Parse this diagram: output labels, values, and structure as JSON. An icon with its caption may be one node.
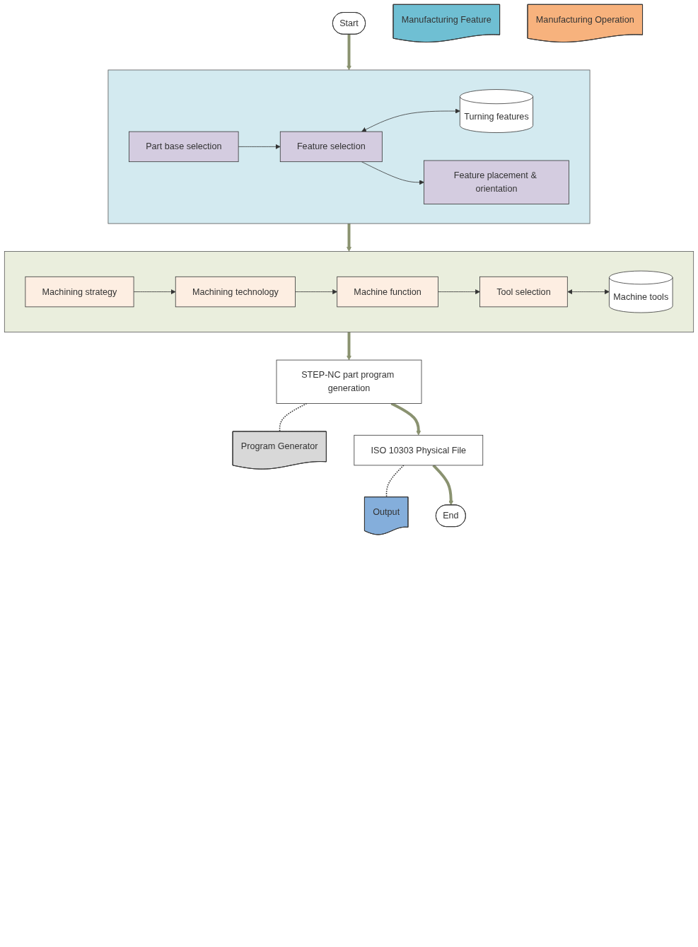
{
  "diagram": {
    "nodes": [
      {
        "text": [
          "Start"
        ]
      },
      {
        "text": [],
        "shape": "box"
      },
      {
        "text": [
          "Part base selection"
        ],
        "in": 1
      },
      {
        "text": [
          "Turning features"
        ],
        "in": 1
      },
      {
        "text": [
          "Manufacturing Feature"
        ]
      },
      {
        "text": [
          "Feature selection"
        ],
        "in": 1
      },
      {
        "text": [
          "Feature placement & orientation"
        ],
        "in": 1
      },
      {
        "text": [],
        "shape": "box"
      },
      {
        "text": [
          "Machining strategy"
        ],
        "in": 7
      },
      {
        "text": [
          "Manufacturing Operation"
        ]
      },
      {
        "text": [
          "Machining technology"
        ],
        "in": 7
      },
      {
        "text": [
          "Machine function"
        ],
        "in": 7
      },
      {
        "text": [
          "Tool selection"
        ],
        "in": 7
      },
      {
        "text": [
          "Machine tools"
        ],
        "in": 7
      },
      {
        "text": [
          "STEP-NC part program generation"
        ]
      },
      {
        "text": [
          "Program Generator"
        ]
      },
      {
        "text": [
          "ISO 10303 Physical File"
        ]
      },
      {
        "text": [
          "Output"
        ]
      },
      {
        "text": [
          "End"
        ]
      }
    ],
    "edges": [
      {
        "from": 0,
        "to": 1,
        "arrow": "to",
        "style": "thick",
        "color": "#8a9270"
      },
      {
        "from": 2,
        "to": 5,
        "arrow": "to"
      },
      {
        "from": 5,
        "to": 3,
        "arrow": "both"
      },
      {
        "from": 5,
        "to": 6,
        "arrow": "to"
      },
      {
        "from": 1,
        "to": 7,
        "arrow": "to",
        "style": "thick",
        "color": "#8a9270"
      },
      {
        "from": 8,
        "to": 10,
        "arrow": "to"
      },
      {
        "from": 10,
        "to": 11,
        "arrow": "to"
      },
      {
        "from": 11,
        "to": 12,
        "arrow": "to"
      },
      {
        "from": 12,
        "to": 13,
        "arrow": "both"
      },
      {
        "from": 7,
        "to": 14,
        "arrow": "to",
        "style": "thick",
        "color": "#8a9270"
      },
      {
        "from": 14,
        "to": 15,
        "arrow": "none",
        "style": "dashed"
      },
      {
        "from": 14,
        "to": 16,
        "arrow": "to",
        "style": "thick",
        "color": "#8a9270"
      },
      {
        "from": 16,
        "to": 17,
        "arrow": "none",
        "style": "dashed"
      },
      {
        "from": 16,
        "to": 18,
        "arrow": "to",
        "style": "thick",
        "color": "#8a9270"
      }
    ]
  }
}
